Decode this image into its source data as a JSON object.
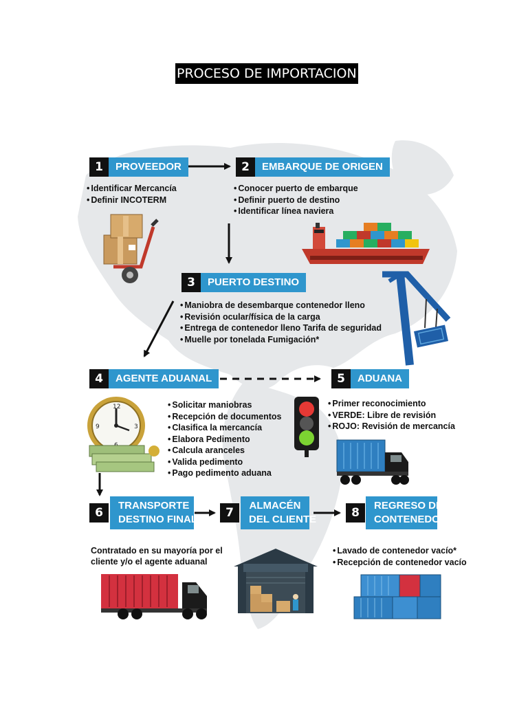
{
  "title": "PROCESO DE IMPORTACION",
  "steps": [
    {
      "number": "1",
      "label": "PROVEEDOR",
      "items": [
        "Identificar Mercancía",
        "Definir INCOTERM"
      ]
    },
    {
      "number": "2",
      "label": "EMBARQUE DE ORIGEN",
      "items": [
        "Conocer puerto de embarque",
        "Definir puerto de destino",
        "Identificar línea naviera"
      ]
    },
    {
      "number": "3",
      "label": "PUERTO DESTINO",
      "items": [
        "Maniobra de desembarque contenedor lleno",
        "Revisión ocular/física de la carga",
        "Entrega de contenedor lleno Tarifa de seguridad",
        "Muelle por tonelada Fumigación*"
      ]
    },
    {
      "number": "4",
      "label": "AGENTE ADUANAL",
      "items": [
        "Solicitar maniobras",
        "Recepción de documentos",
        "Clasifica la mercancía",
        "Elabora Pedimento",
        "Calcula aranceles",
        "Valida pedimento",
        "Pago pedimento aduana"
      ]
    },
    {
      "number": "5",
      "label": "ADUANA",
      "items": [
        "Primer reconocimiento",
        "VERDE: Libre de revisión",
        "ROJO: Revisión de mercancía"
      ]
    },
    {
      "number": "6",
      "label_lines": [
        "TRANSPORTE",
        "DESTINO FINAL"
      ],
      "text_lines": [
        "Contratado en su mayoría por el",
        "cliente y/o el agente aduanal"
      ]
    },
    {
      "number": "7",
      "label_lines": [
        "ALMACÉN",
        "DEL CLIENTE"
      ]
    },
    {
      "number": "8",
      "label_lines": [
        "REGRESO DE",
        "CONTENEDOR"
      ],
      "items": [
        "Lavado de contenedor vacío*",
        "Recepción de contenedor vacío"
      ]
    }
  ],
  "colors": {
    "accent": "#2f96cd",
    "number_box": "#111111",
    "map": "#e6e8ea"
  },
  "icons": [
    "hand-truck-boxes-icon",
    "cargo-ship-icon",
    "port-crane-icon",
    "clock-money-icon",
    "traffic-light-icon",
    "container-truck-icon",
    "warehouse-icon",
    "container-stack-icon"
  ]
}
